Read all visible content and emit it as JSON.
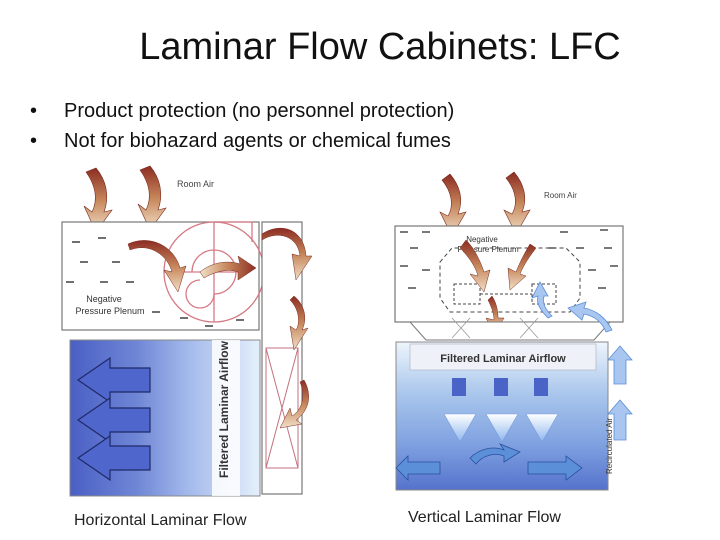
{
  "slide": {
    "title": "Laminar Flow Cabinets: LFC",
    "bullets": [
      "Product protection (no personnel protection)",
      "Not for biohazard agents or chemical fumes"
    ]
  },
  "diagrams": {
    "horizontal": {
      "room_air_label": "Room Air",
      "plenum_label_line1": "Negative",
      "plenum_label_line2": "Pressure Plenum",
      "airflow_label": "Filtered Laminar Airflow",
      "caption": "Horizontal Laminar Flow"
    },
    "vertical": {
      "room_air_label": "Room Air",
      "plenum_label_line1": "Negative",
      "plenum_label_line2": "Pressure Plenum",
      "airflow_label": "Filtered Laminar Airflow",
      "recirculated_label": "Recirculated Air",
      "caption": "Vertical Laminar Flow"
    }
  },
  "colors": {
    "room_air_arrow": "#9a3b2a",
    "recirculated_arrow": "#8a6a9e",
    "plenum_accent": "#d77a86",
    "laminar_dark": "#4a63c6",
    "laminar_light": "#d7e8f6",
    "blue_arrow": "#5b8fd8"
  }
}
